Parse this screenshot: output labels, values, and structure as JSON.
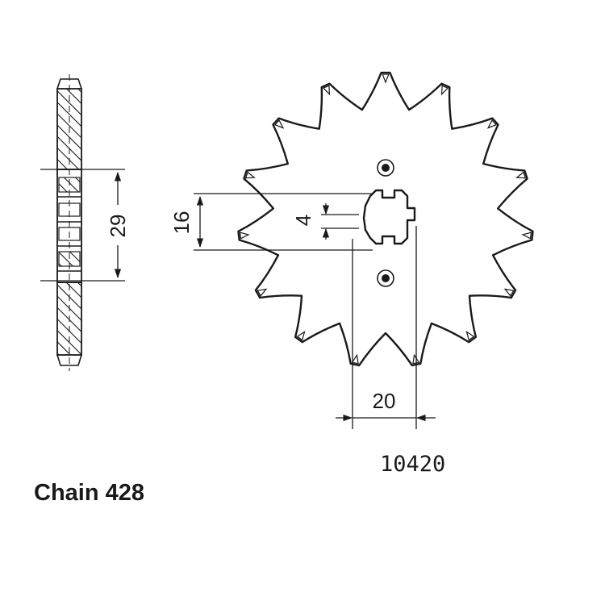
{
  "labels": {
    "chain": "Chain 428",
    "part_number": "10420",
    "dim_hub_width": "29",
    "dim_bore": "16",
    "dim_keyway": "4",
    "dim_spline": "20"
  },
  "sprocket": {
    "teeth": 15
  }
}
